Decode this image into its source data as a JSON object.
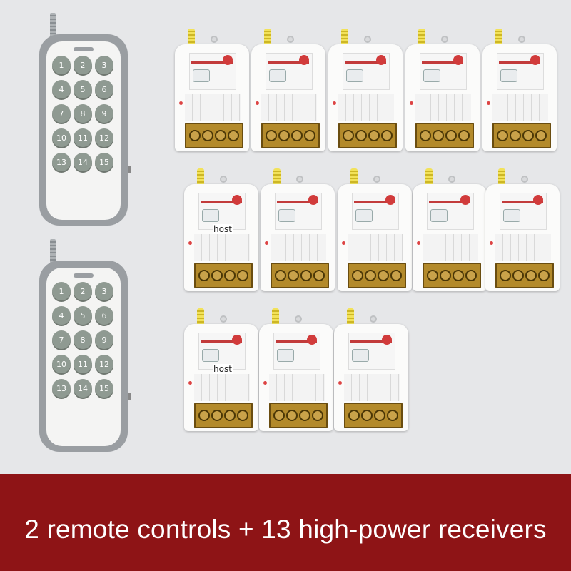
{
  "remotes": [
    {
      "buttons": [
        "1",
        "2",
        "3",
        "4",
        "5",
        "6",
        "7",
        "8",
        "9",
        "10",
        "11",
        "12",
        "13",
        "14",
        "15"
      ]
    },
    {
      "buttons": [
        "1",
        "2",
        "3",
        "4",
        "5",
        "6",
        "7",
        "8",
        "9",
        "10",
        "11",
        "12",
        "13",
        "14",
        "15"
      ]
    }
  ],
  "receivers": {
    "count": 13,
    "labels": {
      "r6": "host",
      "r11": "host"
    }
  },
  "caption": "2 remote controls + 13 high-power receivers",
  "colors": {
    "banner": "#8e1416",
    "background": "#e6e7e9",
    "remote_button": "#8f9a92"
  }
}
